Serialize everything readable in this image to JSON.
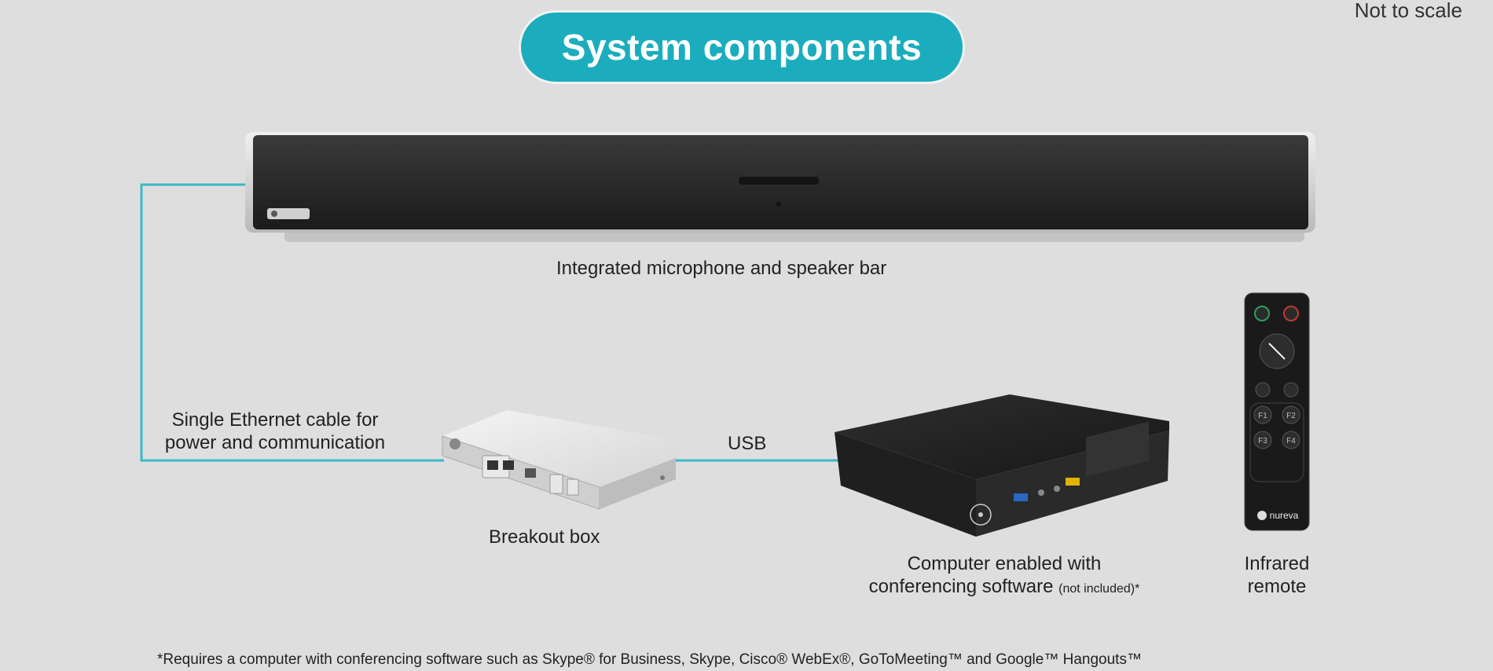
{
  "title": "System components",
  "scale_note": "Not to scale",
  "labels": {
    "speaker_bar": "Integrated microphone and speaker bar",
    "ethernet_line1": "Single Ethernet cable for",
    "ethernet_line2": "power and communication",
    "usb": "USB",
    "breakout_box": "Breakout box",
    "computer_line1": "Computer enabled with",
    "computer_line2": "conferencing software",
    "computer_note": "(not included)*",
    "remote_line1": "Infrared",
    "remote_line2": "remote"
  },
  "footnote": "*Requires a computer with conferencing software such as Skype® for Business, Skype, Cisco® WebEx®, GoToMeeting™ and Google™ Hangouts™",
  "brand": "nureva",
  "colors": {
    "accent": "#1badbd",
    "background": "#dedede",
    "cable": "#3ab9c7"
  },
  "remote_buttons": [
    "call-icon",
    "hangup-icon",
    "mute-icon",
    "volume-down-icon",
    "volume-up-icon",
    "F1",
    "F2",
    "F3",
    "F4"
  ]
}
